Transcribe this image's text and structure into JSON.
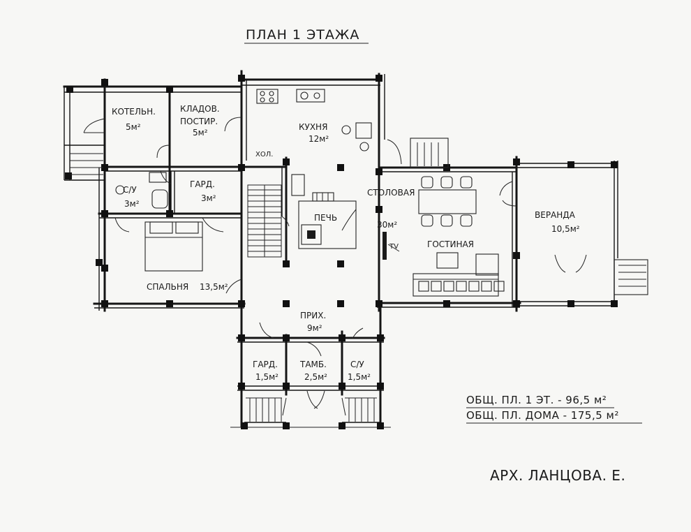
{
  "title": "ПЛАН 1 ЭТАЖА",
  "rooms": {
    "boiler": {
      "name": "КОТЕЛЬН.",
      "area": "5м²"
    },
    "pantry": {
      "name": "КЛАДОВ.",
      "name2": "ПОСТИР.",
      "area": "5м²"
    },
    "kitchen": {
      "name": "КУХНЯ",
      "area": "12м²"
    },
    "hall_small": {
      "name": "ХОЛ."
    },
    "wc1": {
      "name": "С/У",
      "area": "3м²"
    },
    "wardrobe1": {
      "name": "ГАРД.",
      "area": "3м²"
    },
    "stove": {
      "name": "ПЕЧЬ"
    },
    "dining": {
      "name": "СТОЛОВАЯ"
    },
    "living": {
      "name": "ГОСТИНАЯ",
      "area": "30м²",
      "tv": "TV"
    },
    "veranda": {
      "name": "ВЕРАНДА",
      "area": "10,5м²"
    },
    "bedroom": {
      "name": "СПАЛЬНЯ",
      "area": "13,5м²"
    },
    "hallway": {
      "name": "ПРИХ.",
      "area": "9м²"
    },
    "wardrobe2": {
      "name": "ГАРД.",
      "area": "1,5м²"
    },
    "vestibule": {
      "name": "ТАМБ.",
      "area": "2,5м²"
    },
    "wc2": {
      "name": "С/У",
      "area": "1,5м²"
    }
  },
  "totals": {
    "floor1": "ОБЩ. ПЛ. 1 ЭТ. - 96,5 м²",
    "house": "ОБЩ. ПЛ. ДОМА - 175,5 м²"
  },
  "author": "АРХ. ЛАНЦОВА. Е."
}
